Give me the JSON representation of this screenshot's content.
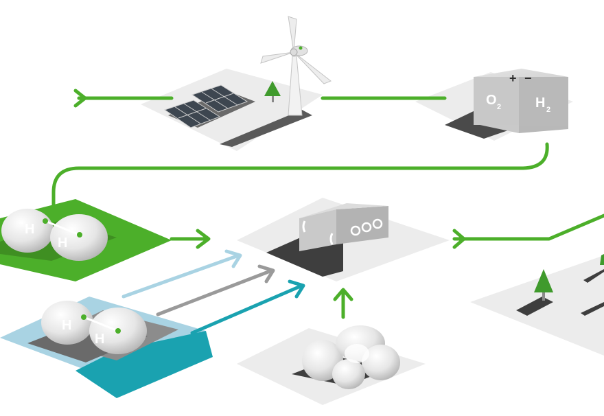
{
  "electrolyzer": {
    "plus": "+",
    "minus": "−",
    "o2": "O",
    "o2_sub": "2",
    "h2": "H",
    "h2_sub": "2"
  },
  "green_hydrogen": {
    "atom1": "H",
    "atom2": "H"
  },
  "blue_hydrogen": {
    "atom1": "H",
    "atom2": "H"
  },
  "colors": {
    "green_flow": "#4caf2a",
    "light_blue_flow": "#a9d3e3",
    "grey_flow": "#9a9a9a",
    "teal_flow": "#1aa2b0",
    "tile": "#ececec",
    "shadow": "#5a5a5a"
  }
}
